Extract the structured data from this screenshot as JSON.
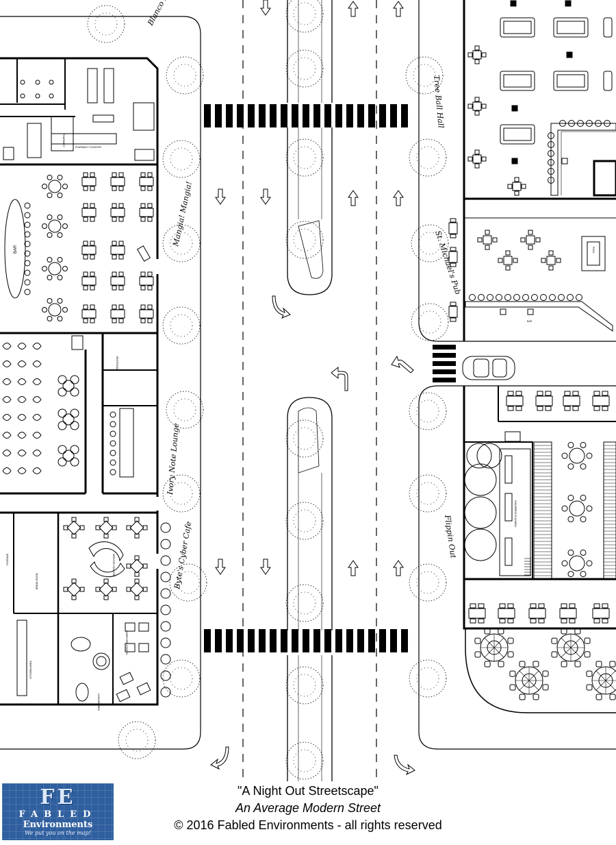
{
  "map": {
    "venues": [
      {
        "id": "blanco",
        "name": "Blanco Drugs"
      },
      {
        "id": "mangia",
        "name": "Mangia! Mangia!"
      },
      {
        "id": "ivory",
        "name": "Ivory Note Lounge"
      },
      {
        "id": "bytes",
        "name": "Byte's Cyber Cafe"
      },
      {
        "id": "tree",
        "name": "Tree Ball Hall"
      },
      {
        "id": "michaels",
        "name": "St. Michael's Pub"
      },
      {
        "id": "flippin",
        "name": "Flippin Out"
      }
    ],
    "room_labels": {
      "bar_left": "BAR",
      "bar_small": "BAR",
      "pool": "POOL",
      "playarea": "CHILDRENS PLAYAREA",
      "pharmacy": "PHARMACY",
      "pharmacy_counter": "PHARMACY COUNTER",
      "break_room": "BREAK ROOM",
      "service": "SERVICE COUNTER",
      "kitchen": "KITCHEN AREA",
      "storage": "STORAGE",
      "lounge": "LOUNGE AREA",
      "computer": "COMPUTER STATION",
      "restroom": "RESTROOM"
    },
    "colors": {
      "ink": "#000000",
      "paper": "#ffffff",
      "logo_blue": "#2f5f9e"
    }
  },
  "footer": {
    "logo": {
      "mark": "FE",
      "name_line1": "FABLED",
      "name_line2": "Environments",
      "tagline": "We put you on the map!"
    },
    "title": "\"A Night Out Streetscape\"",
    "subtitle": "An Average Modern Street",
    "copyright": "© 2016 Fabled Environments - all rights reserved"
  }
}
